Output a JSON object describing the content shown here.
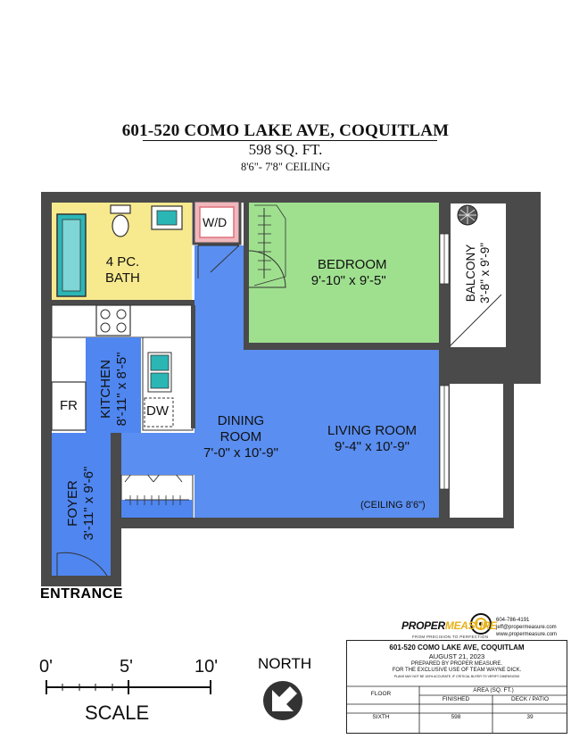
{
  "header": {
    "address": "601-520 COMO LAKE AVE, COQUITLAM",
    "area": "598 SQ. FT.",
    "ceiling": "8'6\"- 7'8\" CEILING"
  },
  "rooms": {
    "bath": {
      "name_line1": "4 PC.",
      "name_line2": "BATH"
    },
    "washer_dryer": "W/D",
    "bedroom": {
      "name": "BEDROOM",
      "dims": "9'-10\" x 9'-5\""
    },
    "balcony": {
      "name": "BALCONY",
      "dims": "3'-8\" x 9'-9\""
    },
    "kitchen": {
      "name": "KITCHEN",
      "dims": "8'-11\" x 8'-5\""
    },
    "fridge": "FR",
    "dishwasher": "DW",
    "dining": {
      "name_line1": "DINING",
      "name_line2": "ROOM",
      "dims": "7'-0\" x 10'-9\""
    },
    "living": {
      "name": "LIVING ROOM",
      "dims": "9'-4\" x 10'-9\""
    },
    "living_ceiling": "(CEILING 8'6\")",
    "foyer": {
      "name": "FOYER",
      "dims": "3'-11\" x 9'-6\""
    }
  },
  "entrance": "ENTRANCE",
  "scale": {
    "label": "SCALE",
    "ticks": [
      "0'",
      "5'",
      "10'"
    ]
  },
  "north": {
    "label": "NORTH"
  },
  "branding": {
    "logo_part1": "PROPER",
    "logo_part2": "MEASURE",
    "tagline": "FROM PRECISION TO PERFECTION",
    "phone": "604-786-4191",
    "email": "jeff@propermeasure.com",
    "website": "www.propermeasure.com"
  },
  "info_box": {
    "address": "601-520 COMO LAKE AVE, COQUITLAM",
    "date": "AUGUST 21, 2023",
    "prepared_by": "PREPARED BY PROPER MEASURE.",
    "exclusive_use": "FOR THE EXCLUSIVE USE OF TEAM WAYNE DICK.",
    "disclaimer": "PLANS MAY NOT BE 100% ACCURATE, IF CRITICAL BUYER TO VERIFY DIMENSIONS",
    "table": {
      "floor_header": "FLOOR",
      "area_header": "AREA (SQ. FT.)",
      "finished_header": "FINISHED",
      "deck_header": "DECK / PATIO",
      "rows": [
        {
          "floor": "SIXTH",
          "finished": "598",
          "deck": "39"
        }
      ]
    }
  },
  "colors": {
    "wall": "#4a4a4a",
    "bath": "#f7e98e",
    "bedroom": "#9fe08f",
    "living": "#5a8ef0",
    "foyer": "#4f86f0",
    "washer_dryer_border": "#e0707a",
    "logo_accent": "#e8b21a"
  }
}
